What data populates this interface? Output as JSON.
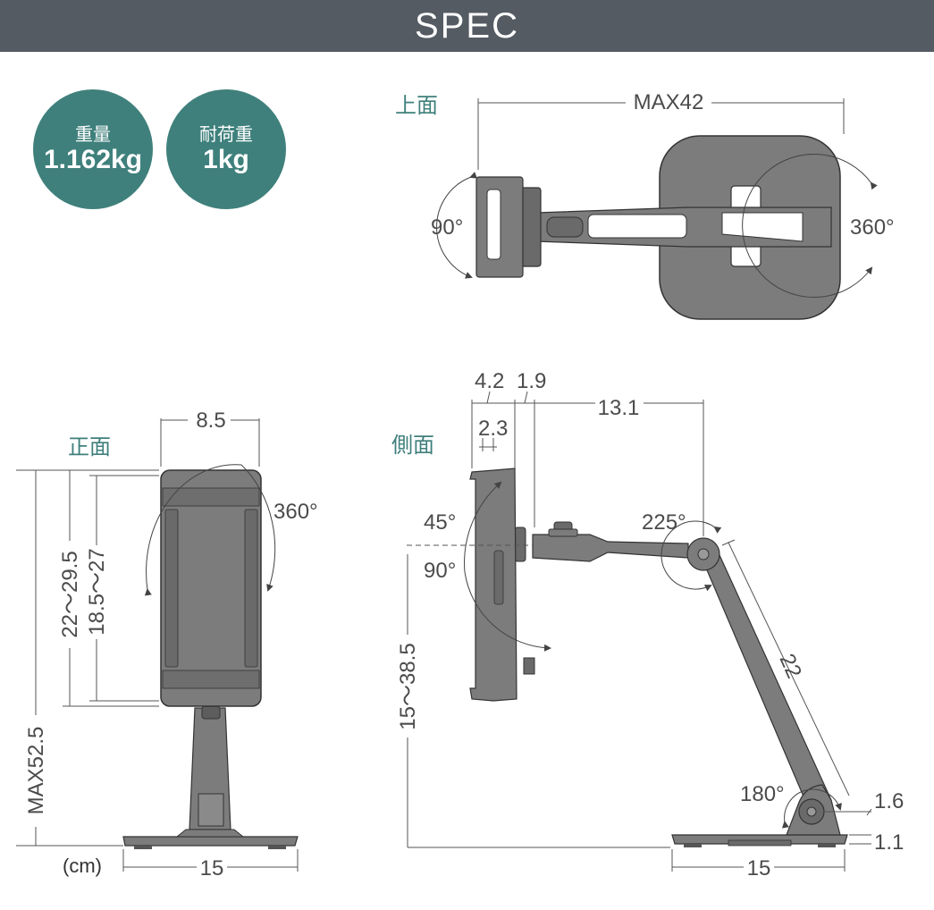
{
  "header": {
    "title": "SPEC"
  },
  "badges": [
    {
      "label": "重量",
      "value": "1.162kg"
    },
    {
      "label": "耐荷重",
      "value": "1kg"
    }
  ],
  "views": {
    "top": "上面",
    "front": "正面",
    "side": "側面"
  },
  "units": "(cm)",
  "top_view": {
    "width": "MAX42",
    "tilt": "90°",
    "rotation": "360°"
  },
  "front_view": {
    "width": "8.5",
    "rotation": "360°",
    "holder_range": "22〜29.5",
    "grip_range": "18.5〜27",
    "max_height": "MAX52.5",
    "base_width": "15"
  },
  "side_view": {
    "d1": "4.2",
    "d2": "1.9",
    "d3": "13.1",
    "d4": "2.3",
    "tilt_up": "45°",
    "tilt_down": "90°",
    "elbow": "225°",
    "arm": "22",
    "height_range": "15〜38.5",
    "base_joint": "180°",
    "joint_height": "1.6",
    "base_height": "1.1",
    "base_width": "15"
  },
  "colors": {
    "header": "#545b63",
    "accent": "#3f807c",
    "device": "#7c7c7c",
    "device_dark": "#5d5d5d"
  }
}
